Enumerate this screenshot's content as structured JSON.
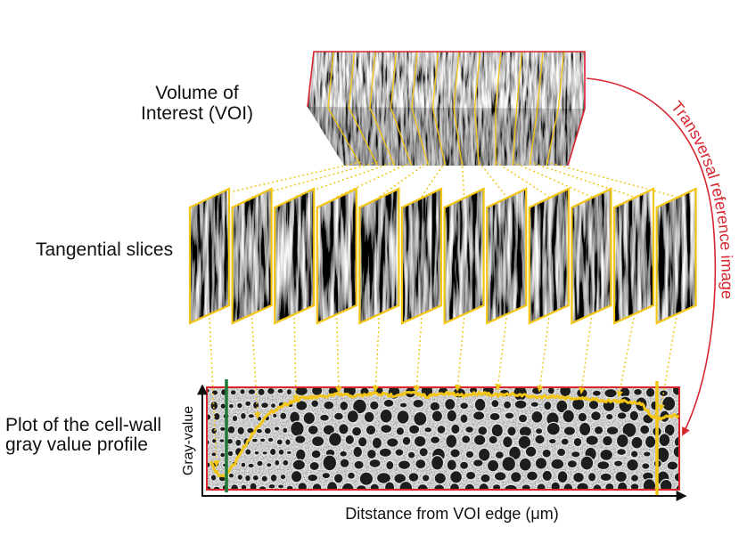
{
  "labels": {
    "voi": [
      "Volume of",
      "Interest (VOI)"
    ],
    "tangential_slices": "Tangential slices",
    "plot": [
      "Plot of the cell-wall",
      "gray value profile"
    ],
    "transversal_reference": "Transversal reference image",
    "y_axis": "Gray-value",
    "x_axis": "Ditstance from VOI edge (μm)"
  },
  "colors": {
    "outline_red": "#d7262e",
    "slice_yellow": "#f3c616",
    "edge_green": "#1f7a3a",
    "axis_black": "#111111"
  }
}
